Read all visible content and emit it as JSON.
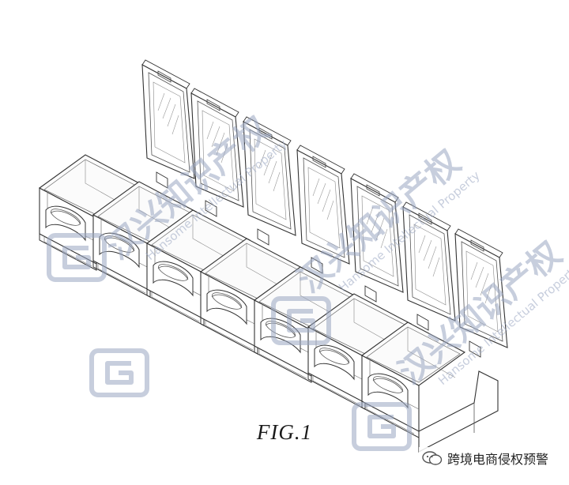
{
  "figure": {
    "label": "FIG.1"
  },
  "watermark": {
    "brand_cn": "汉兴知识产权",
    "brand_en": "Hansome Intellectual Property",
    "logo_icon": "hansome-g-logo-icon",
    "color": "#9aa6c2"
  },
  "source_badge": {
    "icon": "wechat-icon",
    "text": "跨境电商侵权预警"
  }
}
